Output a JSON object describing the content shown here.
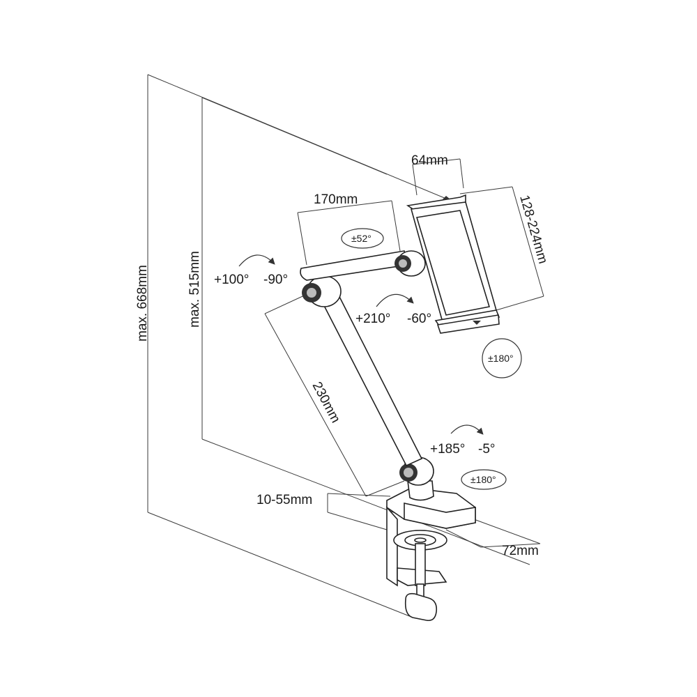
{
  "dimensions": {
    "max_height": "max. 668mm",
    "max_height_arm": "max. 515mm",
    "upper_arm": "170mm",
    "lower_arm": "230mm",
    "holder_depth": "64mm",
    "holder_width": "128-224mm",
    "clamp_range": "10-55mm",
    "clamp_width": "72mm"
  },
  "angles": {
    "elbow": {
      "plus": "+100°",
      "minus": "-90°"
    },
    "tilt": {
      "plus": "+210°",
      "minus": "-60°"
    },
    "base": {
      "plus": "+185°",
      "minus": "-5°"
    },
    "swivel_top": "±52°",
    "rotation_holder": "±180°",
    "rotation_base": "±180°"
  },
  "colors": {
    "line": "#3a3a3a",
    "outline": "#222222",
    "background": "#ffffff"
  }
}
